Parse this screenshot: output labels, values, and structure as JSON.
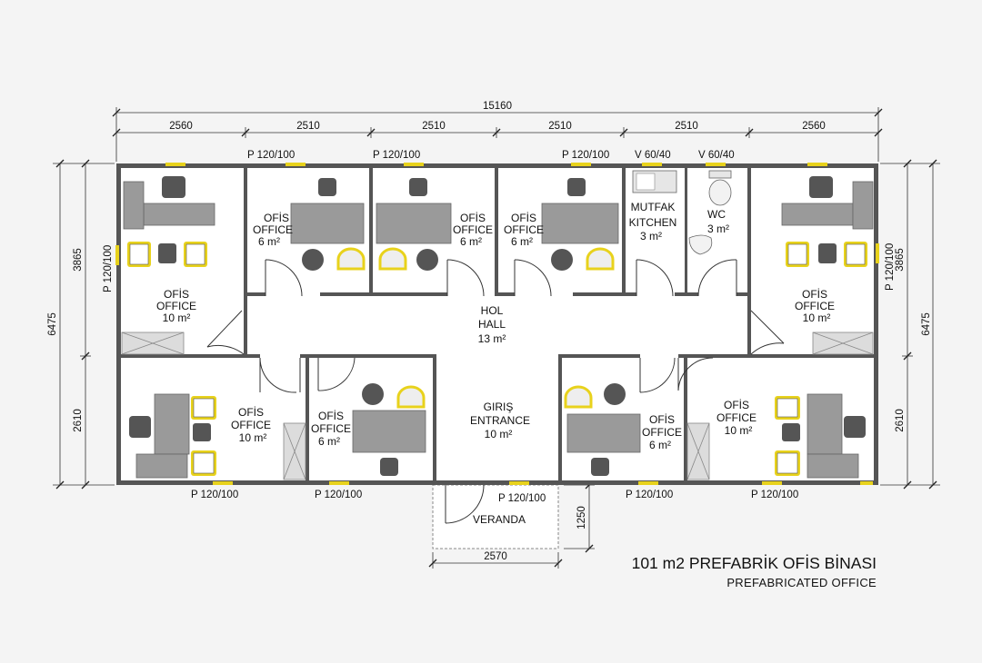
{
  "plan": {
    "title": "101 m2 PREFABRİK OFİS BİNASI",
    "subtitle": "PREFABRICATED OFFICE",
    "dimensions": {
      "total_width": "15160",
      "top_segments": [
        "2560",
        "2510",
        "2510",
        "2510",
        "2510",
        "2560"
      ],
      "total_depth_left": "6475",
      "total_depth_right": "6475",
      "upper_depth_left": "3865",
      "upper_depth_right": "3865",
      "lower_depth_left": "2610",
      "lower_depth_right": "2610",
      "veranda_width": "2570",
      "veranda_depth": "1250"
    },
    "openings": {
      "p": "P 120/100",
      "v": "V 60/40"
    },
    "rooms": {
      "ofis": "OFİS",
      "office": "OFFICE",
      "area_10": "10 m²",
      "area_6": "6 m²",
      "mutfak": "MUTFAK",
      "kitchen": "KITCHEN",
      "area_3": "3 m²",
      "wc": "WC",
      "hol": "HOL",
      "hall": "HALL",
      "area_13": "13 m²",
      "giris": "GIRIŞ",
      "entrance": "ENTRANCE",
      "veranda": "VERANDA"
    },
    "colors": {
      "wall": "#555555",
      "window": "#e8d21c",
      "desk": "#9a9a9a",
      "chair_dark": "#555555",
      "chair_light": "#e8d21c"
    }
  }
}
